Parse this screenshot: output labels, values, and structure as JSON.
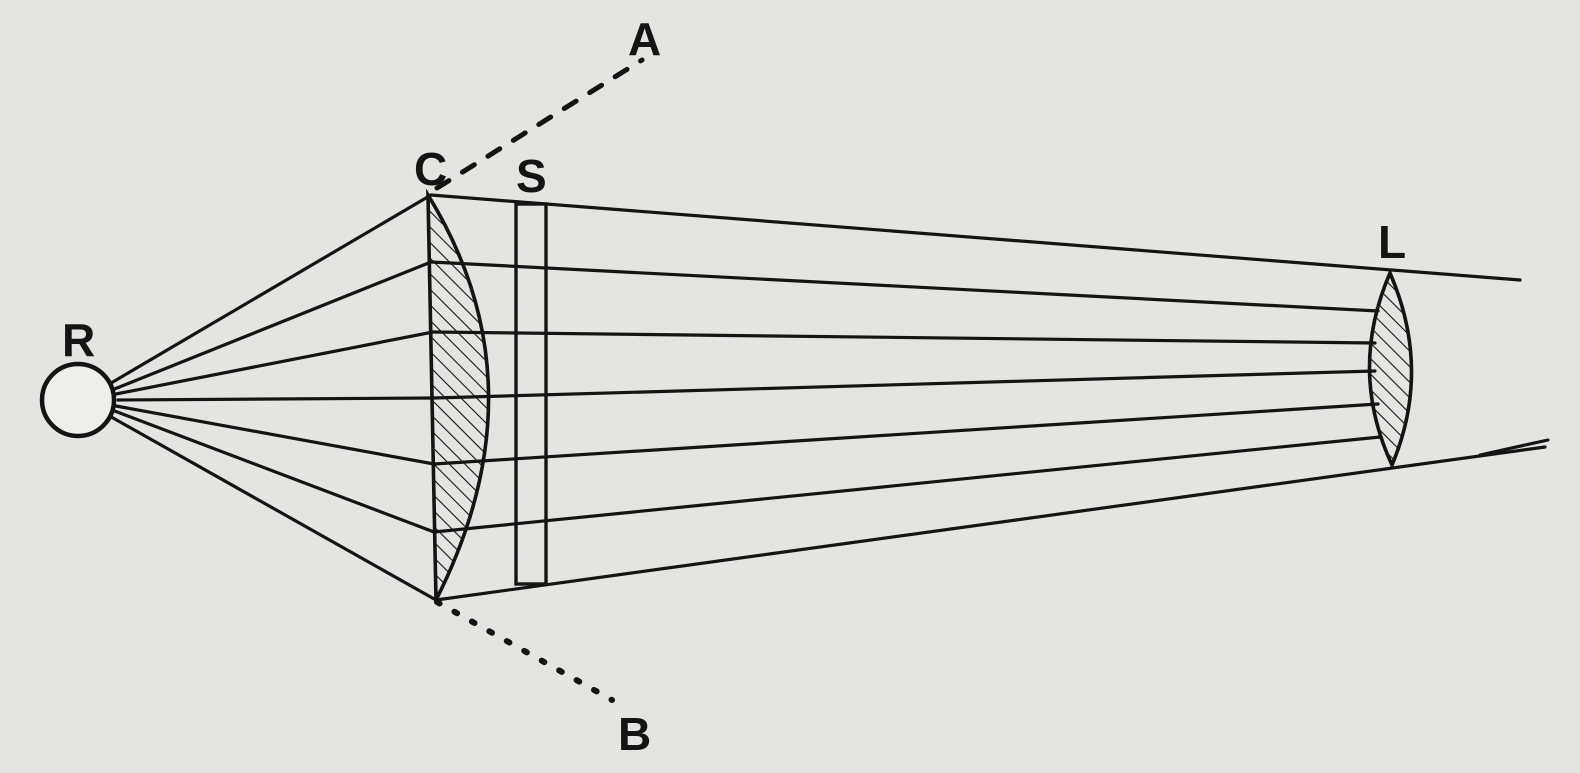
{
  "labels": {
    "source": "R",
    "condenser": "C",
    "slide": "S",
    "objective": "L",
    "axis_top": "A",
    "axis_bottom": "B"
  },
  "colors": {
    "paper": "#e6e6e3",
    "ink": "#141414"
  }
}
